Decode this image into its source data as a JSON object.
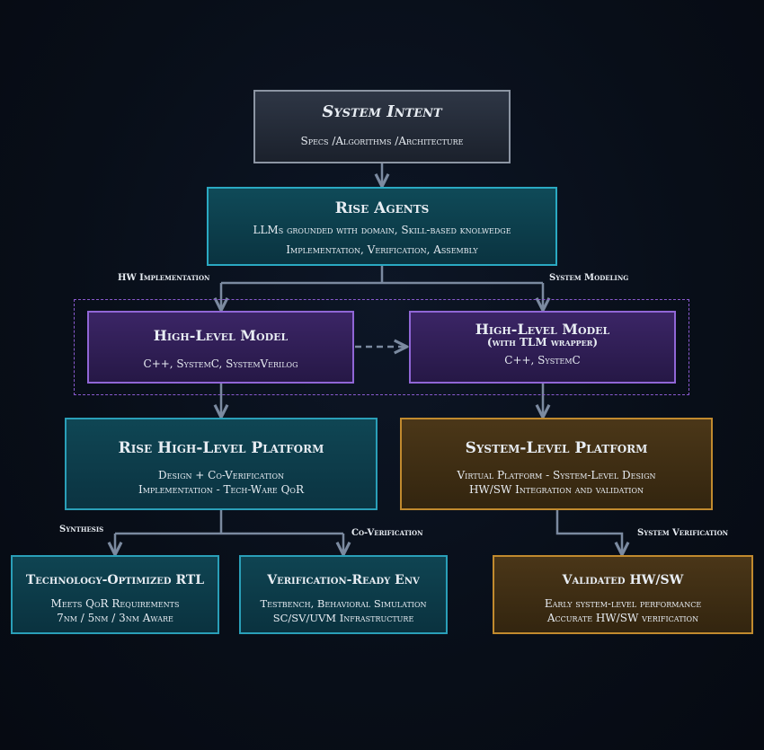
{
  "system_intent": {
    "title": "System Intent",
    "subtitle": "Specs /Algorithms /Architecture"
  },
  "rise_agents": {
    "title": "Rise Agents",
    "line1": "LLMs grounded with domain, Skill-based knolwedge",
    "line2": "Implementation, Verification, Assembly"
  },
  "edge_labels": {
    "hw_implementation": "HW Implementation",
    "system_modeling": "System Modeling",
    "synthesis": "Synthesis",
    "co_verification": "Co-Verification",
    "system_verification": "System Verification"
  },
  "high_level_model_hw": {
    "title": "High-Level Model",
    "subtitle": "C++, SystemC, SystemVerilog"
  },
  "high_level_model_sys": {
    "title": "High-Level Model",
    "title_note": "(with TLM wrapper)",
    "subtitle": "C++, SystemC"
  },
  "rise_platform": {
    "title": "Rise High-Level Platform",
    "line1": "Design + Co-Verification",
    "line2": "Implementation - Tech-Ware QoR"
  },
  "system_platform": {
    "title": "System-Level Platform",
    "line1": "Virtual Platform - System-Level Design",
    "line2": "HW/SW Integration and validation"
  },
  "tech_rtl": {
    "title": "Technology-Optimized RTL",
    "line1": "Meets QoR Requirements",
    "line2": "7nm / 5nm / 3nm Aware"
  },
  "verification_env": {
    "title": "Verification-Ready Env",
    "line1": "Testbench, Behavioral Simulation",
    "line2": "SC/SV/UVM Infrastructure"
  },
  "validated_hwsw": {
    "title": "Validated HW/SW",
    "line1": "Early system-level performance",
    "line2": "Accurate HW/SW verification"
  },
  "colors": {
    "connector": "#7b8aa0",
    "teal_border": "#2aa9c2",
    "purple_border": "#9066d6",
    "gold_border": "#c18a2e",
    "gray_border": "#8c95a3"
  }
}
